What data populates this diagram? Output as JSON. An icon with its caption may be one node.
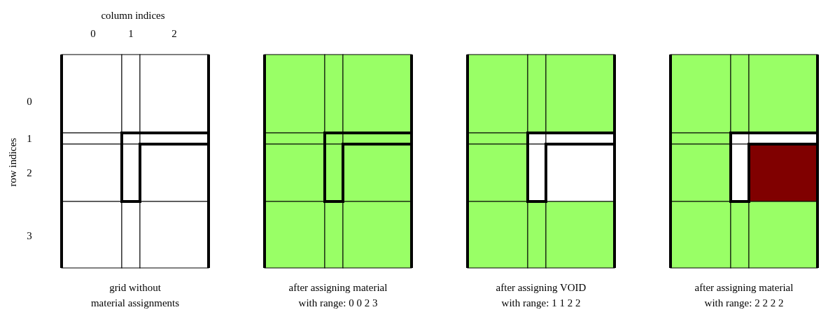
{
  "diagram": {
    "labels": [
      "column indices",
      "0",
      "1",
      "2",
      "row indices",
      "0",
      "1",
      "2",
      "3",
      "grid without material assignments",
      "after assigning material with range: 0 0 2 3",
      "after assigning VOID with range: 1 1 2 2",
      "after assigning material with range: 2 2 2 2"
    ]
  }
}
